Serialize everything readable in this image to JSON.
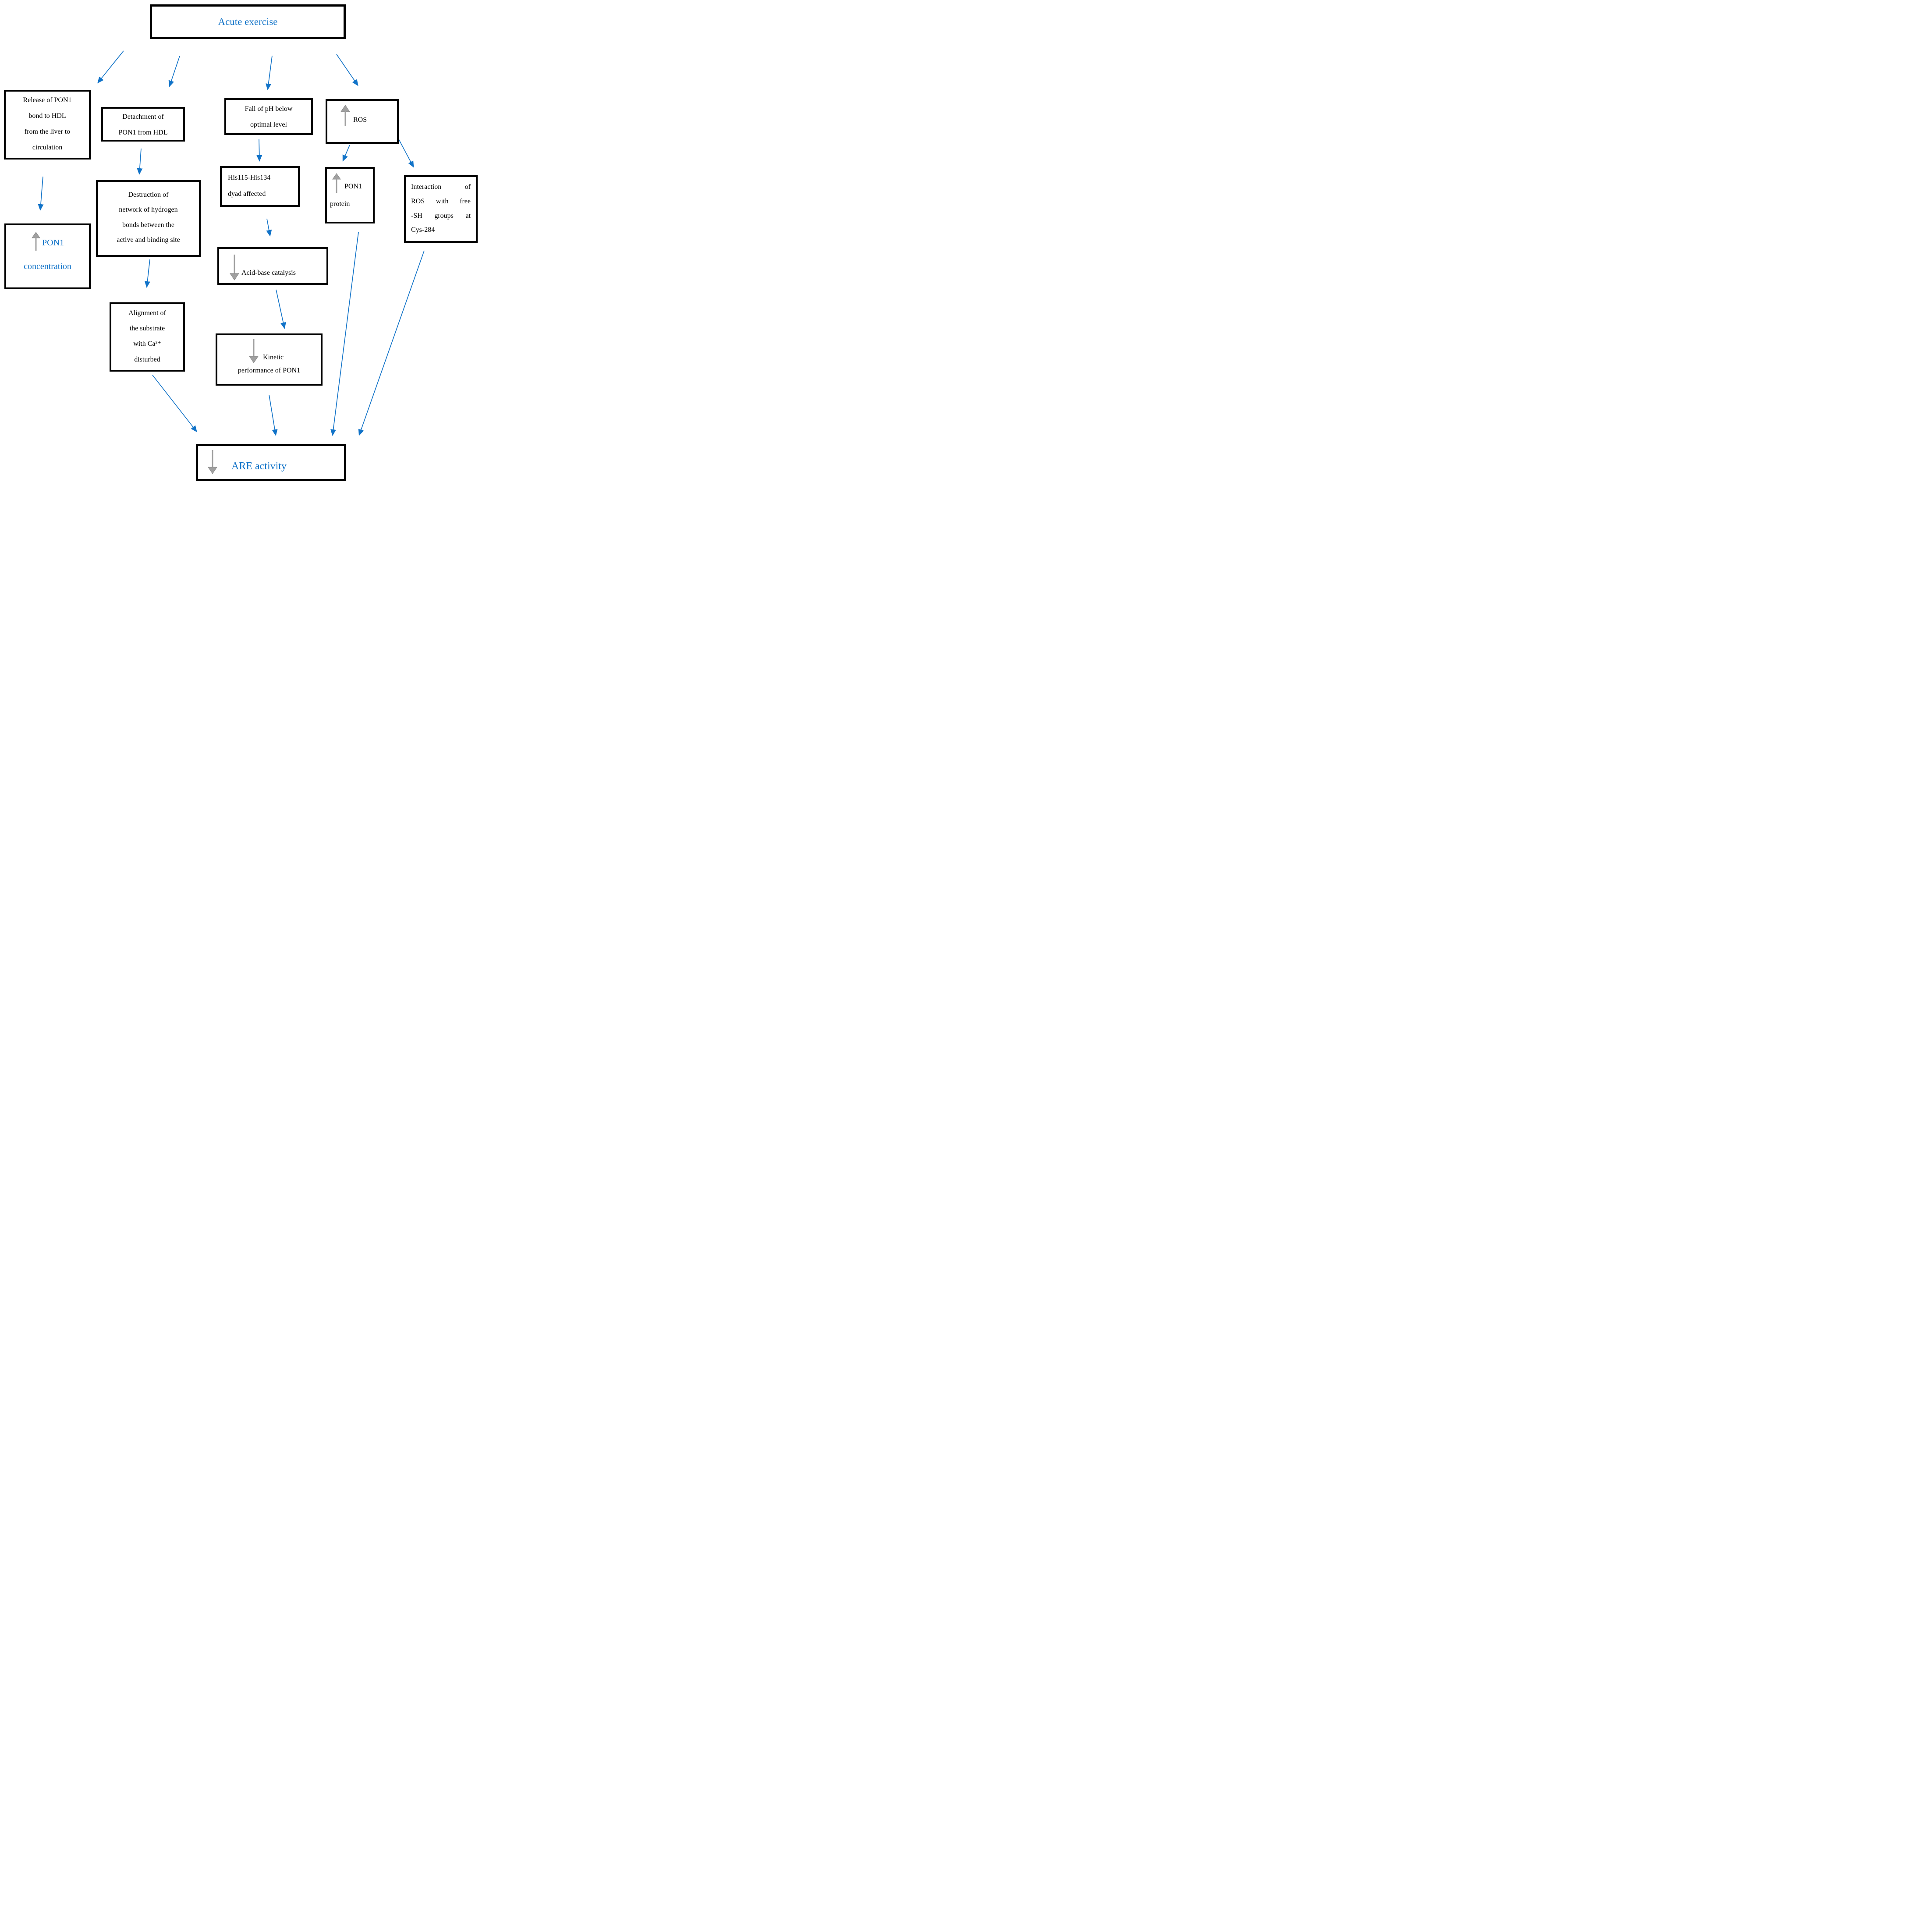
{
  "colors": {
    "accent_blue": "#1173c8",
    "arrow_gray": "#a0a0a0",
    "arrow_gray_dark": "#888888",
    "box_border": "#000000"
  },
  "title_box": {
    "label": "Acute exercise"
  },
  "boxes": {
    "release": {
      "lines": [
        "Release of PON1",
        "bond to HDL",
        "from the liver to",
        "circulation"
      ]
    },
    "detachment": {
      "lines": [
        "Detachment of",
        "PON1 from HDL"
      ]
    },
    "ph": {
      "lines": [
        "Fall of pH below",
        "optimal level"
      ]
    },
    "ros": {
      "icon": "up-arrow",
      "label": "ROS"
    },
    "concentration": {
      "icon": "up-arrow",
      "line1": "PON1",
      "line2": "concentration"
    },
    "destruction": {
      "lines": [
        "Destruction of",
        "network of hydrogen",
        "bonds between the",
        "active and binding site"
      ]
    },
    "his_dyad": {
      "lines": [
        "His115-His134",
        "dyad affected"
      ]
    },
    "pon1_protein": {
      "icon": "up-arrow",
      "line1": "PON1",
      "line2": "protein"
    },
    "interaction": {
      "lines": [
        "Interaction of",
        "ROS with free",
        "-SH groups at",
        "Cys-284"
      ]
    },
    "acid_base": {
      "icon": "down-arrow",
      "label": "Acid-base catalysis"
    },
    "alignment": {
      "lines": [
        "Alignment of",
        "the substrate",
        "with Ca²⁺",
        "disturbed"
      ]
    },
    "kinetic": {
      "icon": "down-arrow",
      "line1": "Kinetic",
      "line2": "performance of PON1"
    },
    "are": {
      "icon": "down-arrow",
      "label": "ARE activity"
    }
  }
}
